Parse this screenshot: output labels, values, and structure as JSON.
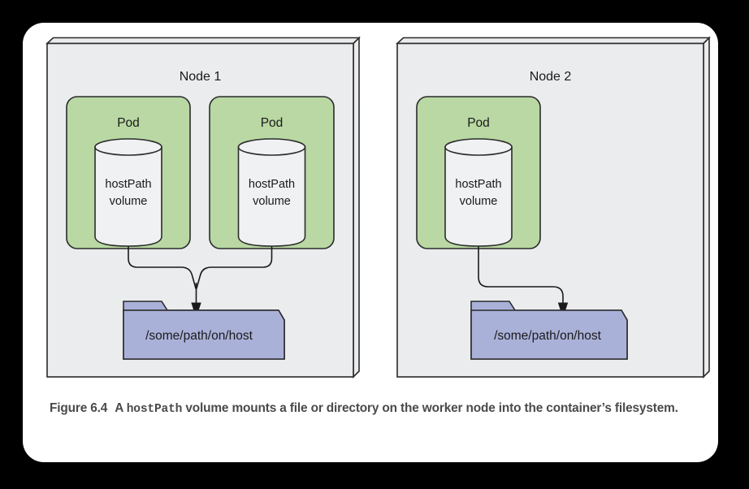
{
  "figure": {
    "caption_number": "Figure 6.4",
    "caption_part1": "A",
    "caption_mono": "hostPath",
    "caption_part2": "volume mounts a file or directory on the worker node into the container’s filesystem."
  },
  "colors": {
    "background": "#000000",
    "card": "#ffffff",
    "node_fill": "#ebecee",
    "node_stroke": "#2b2b2b",
    "pod_fill": "#b9d8a3",
    "pod_stroke": "#2b2b2b",
    "cylinder_fill": "#f0f1f2",
    "cylinder_stroke": "#2b2b2b",
    "folder_fill": "#aab1d9",
    "folder_stroke": "#2b2b2b",
    "connector_stroke": "#1a1a1a",
    "caption_text": "#4a4a4a"
  },
  "nodes": [
    {
      "id": "node-1",
      "label": "Node 1",
      "pods": [
        {
          "id": "pod-1-a",
          "label": "Pod",
          "volume_line1": "hostPath",
          "volume_line2": "volume"
        },
        {
          "id": "pod-1-b",
          "label": "Pod",
          "volume_line1": "hostPath",
          "volume_line2": "volume"
        }
      ],
      "folder": {
        "id": "folder-1",
        "label": "/some/path/on/host"
      }
    },
    {
      "id": "node-2",
      "label": "Node 2",
      "pods": [
        {
          "id": "pod-2-a",
          "label": "Pod",
          "volume_line1": "hostPath",
          "volume_line2": "volume"
        }
      ],
      "folder": {
        "id": "folder-2",
        "label": "/some/path/on/host"
      }
    }
  ]
}
